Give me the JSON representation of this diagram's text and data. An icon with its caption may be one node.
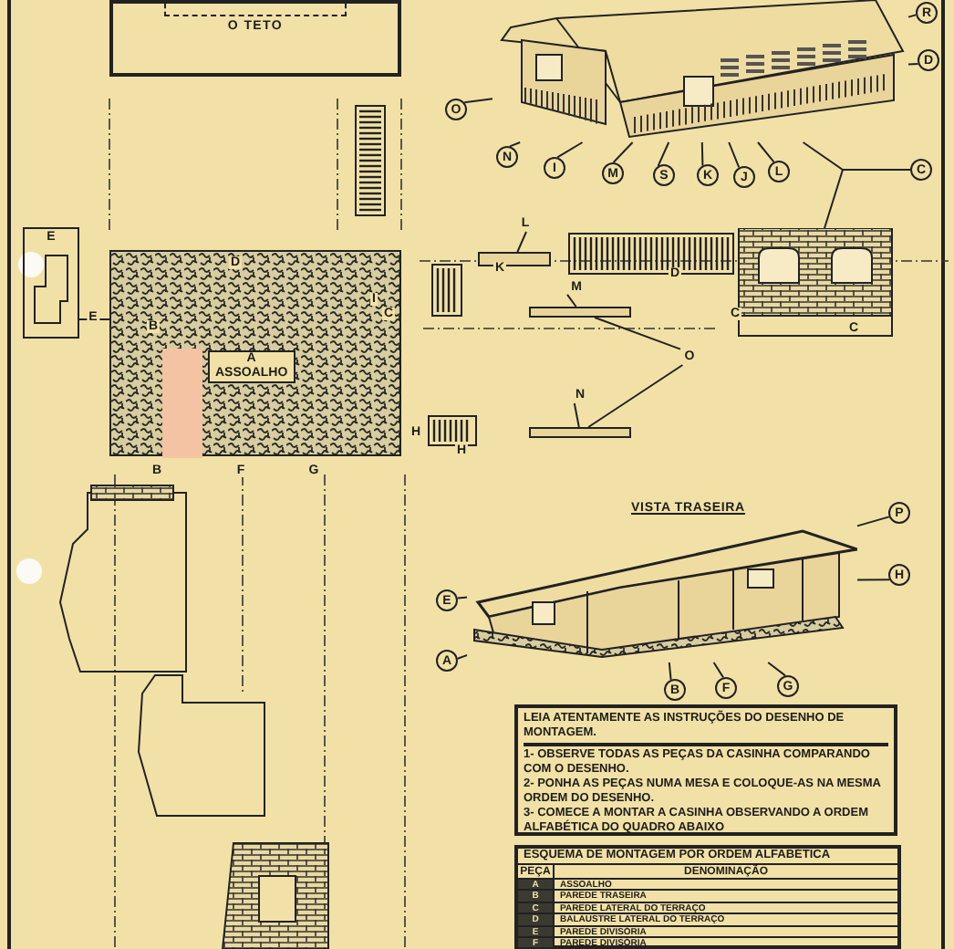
{
  "diagram": {
    "nodes": [
      {
        "text": [
          "O TETO"
        ]
      },
      {
        "text": [
          "A",
          "ASSOALHO"
        ]
      },
      {
        "text": [],
        "shape": "picture"
      },
      {
        "text": [],
        "shape": "picture"
      },
      {
        "text": [
          "VISTA TRASEIRA"
        ]
      },
      {
        "text": [
          "O"
        ]
      },
      {
        "text": [
          "R"
        ]
      },
      {
        "text": [
          "D"
        ]
      },
      {
        "text": [
          "C"
        ]
      },
      {
        "text": [
          "N"
        ]
      },
      {
        "text": [
          "I"
        ]
      },
      {
        "text": [
          "M"
        ]
      },
      {
        "text": [
          "S"
        ]
      },
      {
        "text": [
          "K"
        ]
      },
      {
        "text": [
          "J"
        ]
      },
      {
        "text": [
          "L"
        ]
      },
      {
        "text": [
          "P"
        ]
      },
      {
        "text": [
          "H"
        ]
      },
      {
        "text": [
          "E"
        ]
      },
      {
        "text": [
          "A"
        ]
      },
      {
        "text": [
          "B"
        ]
      },
      {
        "text": [
          "F"
        ]
      },
      {
        "text": [
          "G"
        ]
      },
      {
        "text": [
          "L"
        ]
      },
      {
        "text": [
          "M"
        ]
      },
      {
        "text": [
          "N"
        ]
      },
      {
        "text": [
          "O"
        ]
      },
      {
        "text": [
          "LEIA ATENTAMENTE AS INSTRUÇÕES DO DESENHO DE MONTAGEM.",
          "1- OBSERVE TODAS AS PEÇAS DA CASINHA COMPARANDO COM O DESENHO.",
          "2- PONHA AS PEÇAS NUMA MESA E COLOQUE-AS NA MESMA ORDEM DO DESENHO.",
          "3- COMECE A MONTAR A CASINHA OBSERVANDO A ORDEM ALFABÉTICA DO QUADRO ABAIXO"
        ]
      },
      {
        "text": [
          "ESQUEMA DE MONTAGEM POR ORDEM ALFABÉTICA"
        ]
      },
      {
        "text": [],
        "shape": "bar"
      },
      {
        "text": [],
        "shape": "bar"
      },
      {
        "text": [],
        "shape": "bar"
      }
    ],
    "edges": [
      {
        "from": 5,
        "to": 2,
        "arrow": "none"
      },
      {
        "from": 6,
        "to": 2,
        "arrow": "none"
      },
      {
        "from": 7,
        "to": 2,
        "arrow": "none"
      },
      {
        "from": 8,
        "to": 2,
        "arrow": "none"
      },
      {
        "from": 8,
        "to": 3,
        "arrow": "none"
      },
      {
        "from": 9,
        "to": 2,
        "arrow": "none"
      },
      {
        "from": 10,
        "to": 2,
        "arrow": "none"
      },
      {
        "from": 11,
        "to": 2,
        "arrow": "none"
      },
      {
        "from": 12,
        "to": 2,
        "arrow": "none"
      },
      {
        "from": 13,
        "to": 2,
        "arrow": "none"
      },
      {
        "from": 14,
        "to": 2,
        "arrow": "none"
      },
      {
        "from": 15,
        "to": 2,
        "arrow": "none"
      },
      {
        "from": 16,
        "to": 4,
        "arrow": "none"
      },
      {
        "from": 17,
        "to": 4,
        "arrow": "none"
      },
      {
        "from": 18,
        "to": 4,
        "arrow": "none"
      },
      {
        "from": 19,
        "to": 4,
        "arrow": "none"
      },
      {
        "from": 20,
        "to": 4,
        "arrow": "none"
      },
      {
        "from": 21,
        "to": 4,
        "arrow": "none"
      },
      {
        "from": 22,
        "to": 4,
        "arrow": "none"
      },
      {
        "from": 23,
        "to": 29,
        "arrow": "none"
      },
      {
        "from": 24,
        "to": 30,
        "arrow": "none"
      },
      {
        "from": 25,
        "to": 31,
        "arrow": "none"
      },
      {
        "from": 26,
        "to": 30,
        "arrow": "none"
      },
      {
        "from": 26,
        "to": 31,
        "arrow": "none"
      }
    ],
    "labels": [
      "E",
      "E",
      "B",
      "D",
      "I",
      "C",
      "K",
      "D",
      "C",
      "C",
      "H",
      "H",
      "B",
      "F",
      "G",
      "PEÇA",
      "DENOMINAÇÃO",
      "A",
      "ASSOALHO",
      "B",
      "PAREDE TRASEIRA",
      "C",
      "PAREDE LATERAL DO TERRAÇO",
      "D",
      "BALAUSTRE LATERAL DO TERRAÇO",
      "E",
      "PAREDE DIVISÓRIA",
      "F",
      "PAREDE DIVISÓRIA"
    ]
  }
}
